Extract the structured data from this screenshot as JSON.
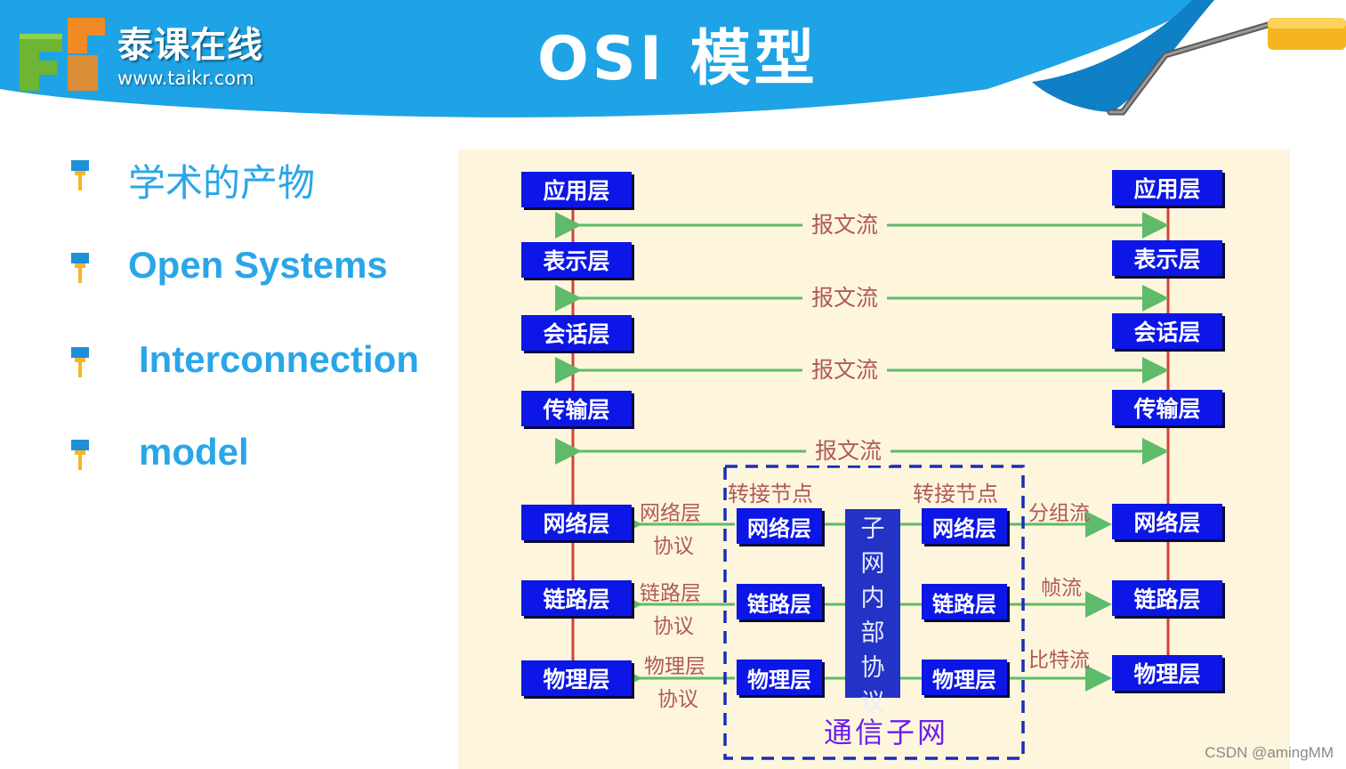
{
  "header": {
    "brand_name": "泰课在线",
    "brand_url": "www.taikr.com",
    "title": "OSI 模型"
  },
  "bullets": [
    "学术的产物",
    "Open Systems",
    "Interconnection",
    "model"
  ],
  "diagram": {
    "left_layers": [
      "应用层",
      "表示层",
      "会话层",
      "传输层",
      "网络层",
      "链路层",
      "物理层"
    ],
    "right_layers": [
      "应用层",
      "表示层",
      "会话层",
      "传输层",
      "网络层",
      "链路层",
      "物理层"
    ],
    "message_flows": [
      "报文流",
      "报文流",
      "报文流",
      "报文流"
    ],
    "relay_label_left": "转接节点",
    "relay_label_right": "转接节点",
    "relay_left_layers": [
      "网络层",
      "链路层",
      "物理层"
    ],
    "relay_right_layers": [
      "网络层",
      "链路层",
      "物理层"
    ],
    "protocol_labels": [
      {
        "line1": "网络层",
        "line2": "协议"
      },
      {
        "line1": "链路层",
        "line2": "协议"
      },
      {
        "line1": "物理层",
        "line2": "协议"
      }
    ],
    "right_flows": [
      "分组流",
      "帧流",
      "比特流"
    ],
    "subnet_protocol": [
      "子",
      "网",
      "内",
      "部",
      "协",
      "议"
    ],
    "comm_subnet": "通信子网"
  },
  "watermark": "CSDN @amingMM",
  "colors": {
    "banner_blue": "#1ea3e6",
    "layer_block": "#0c16e6",
    "arrow_green": "#5dbb6a",
    "stack_line": "#d2433a",
    "dashed_border": "#1a2cb8",
    "flow_text": "#b0595a",
    "bullet_text": "#2aa6e8"
  }
}
